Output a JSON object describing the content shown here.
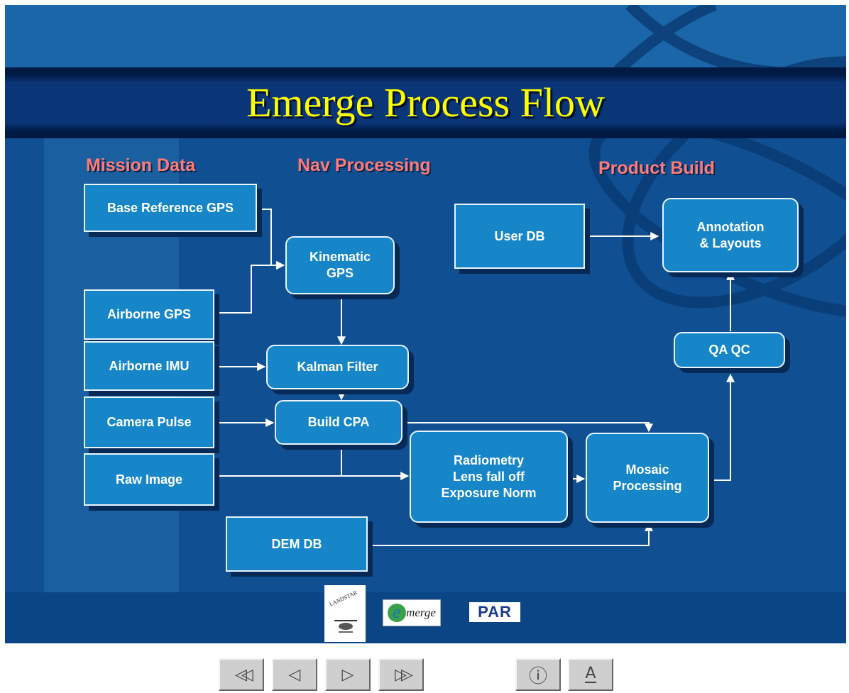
{
  "title": "Emerge Process Flow",
  "columns": {
    "mission": "Mission Data",
    "nav": "Nav Processing",
    "product": "Product Build"
  },
  "nodes": {
    "base_gps": "Base Reference GPS",
    "airborne_gps": "Airborne GPS",
    "airborne_imu": "Airborne IMU",
    "camera_pulse": "Camera Pulse",
    "raw_image": "Raw Image",
    "dem_db": "DEM DB",
    "kinematic_gps": "Kinematic\nGPS",
    "kalman_filter": "Kalman Filter",
    "build_cpa": "Build CPA",
    "radiometry": "Radiometry\nLens fall off\nExposure Norm",
    "mosaic": "Mosaic\nProcessing",
    "user_db": "User DB",
    "annotation": "Annotation\n& Layouts",
    "qa_qc": "QA QC"
  },
  "logos": {
    "first": "LANDSTAR",
    "second_letter": "e",
    "second_rest": "merge",
    "third": "PAR"
  },
  "nav_buttons": [
    {
      "name": "first-slide-button",
      "glyph": "◁◁"
    },
    {
      "name": "prev-slide-button",
      "glyph": "◁"
    },
    {
      "name": "next-slide-button",
      "glyph": "▷"
    },
    {
      "name": "last-slide-button",
      "glyph": "▷▷"
    },
    {
      "name": "info-button",
      "glyph": "ⓘ"
    },
    {
      "name": "text-button",
      "glyph": "A"
    }
  ],
  "colors": {
    "slide_bg": "#0f4f92",
    "box_fill": "#1686c8",
    "title": "#ffff00",
    "heading": "#ff7a7a"
  }
}
